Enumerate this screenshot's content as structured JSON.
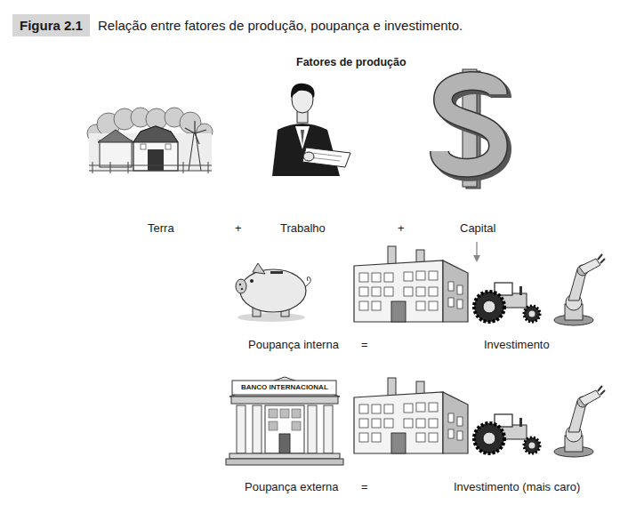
{
  "diagram": {
    "title": "Figura 2.1",
    "caption": "Relação entre fatores de produção, poupança e investimento.",
    "labels": [
      "Fatores de produção",
      "Terra",
      "+",
      "Trabalho",
      "+",
      "Capital",
      "Poupança interna",
      "=",
      "Investimento",
      "BANCO INTERNACIONAL",
      "Poupança externa",
      "=",
      "Investimento (mais caro)"
    ]
  }
}
